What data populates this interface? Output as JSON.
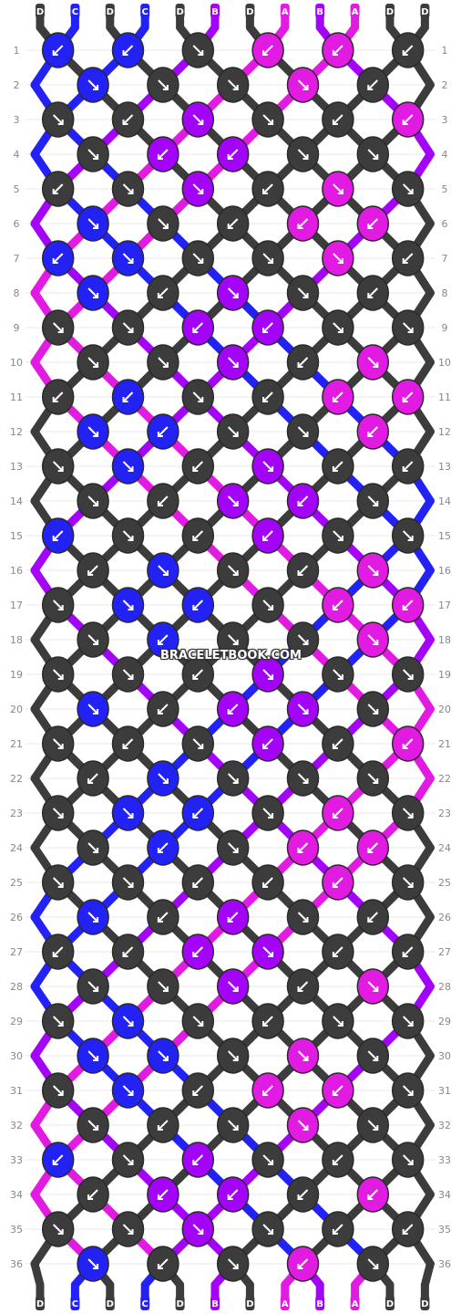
{
  "watermark": "BRACELETBOOK.COM",
  "colors": {
    "A": "#e21be3",
    "B": "#a304f8",
    "C": "#2222f5",
    "D": "#3c3c3c"
  },
  "strands_top": [
    "D",
    "C",
    "D",
    "C",
    "D",
    "B",
    "D",
    "A",
    "B",
    "A",
    "D",
    "D"
  ],
  "strands_bottom": [
    "D",
    "C",
    "D",
    "C",
    "D",
    "B",
    "D",
    "A",
    "B",
    "A",
    "D",
    "D"
  ],
  "row_numbers": [
    1,
    2,
    3,
    4,
    5,
    6,
    7,
    8,
    9,
    10,
    11,
    12,
    13,
    14,
    15,
    16,
    17,
    18,
    19,
    20,
    21,
    22,
    23,
    24,
    25,
    26,
    27,
    28,
    29,
    30,
    31,
    32,
    33,
    34,
    35,
    36
  ],
  "knots": [
    [
      [
        "C",
        "bl"
      ],
      [
        "C",
        "bl"
      ],
      [
        "D",
        "br"
      ],
      [
        "A",
        "bl"
      ],
      [
        "A",
        "bl"
      ],
      [
        "D",
        "bl"
      ]
    ],
    [
      [
        "C",
        "br"
      ],
      [
        "D",
        "br"
      ],
      [
        "D",
        "br"
      ],
      [
        "A",
        "br"
      ],
      [
        "D",
        "bl"
      ]
    ],
    [
      [
        "D",
        "br"
      ],
      [
        "D",
        "bl"
      ],
      [
        "B",
        "br"
      ],
      [
        "D",
        "br"
      ],
      [
        "D",
        "bl"
      ],
      [
        "A",
        "bl"
      ]
    ],
    [
      [
        "D",
        "br"
      ],
      [
        "B",
        "bl"
      ],
      [
        "B",
        "bl"
      ],
      [
        "D",
        "br"
      ],
      [
        "D",
        "br"
      ]
    ],
    [
      [
        "D",
        "bl"
      ],
      [
        "D",
        "br"
      ],
      [
        "B",
        "br"
      ],
      [
        "D",
        "bl"
      ],
      [
        "A",
        "br"
      ],
      [
        "D",
        "br"
      ]
    ],
    [
      [
        "C",
        "br"
      ],
      [
        "D",
        "br"
      ],
      [
        "D",
        "bl"
      ],
      [
        "A",
        "bl"
      ],
      [
        "A",
        "bl"
      ]
    ],
    [
      [
        "C",
        "bl"
      ],
      [
        "C",
        "br"
      ],
      [
        "D",
        "br"
      ],
      [
        "D",
        "br"
      ],
      [
        "A",
        "br"
      ],
      [
        "D",
        "bl"
      ]
    ],
    [
      [
        "C",
        "br"
      ],
      [
        "D",
        "bl"
      ],
      [
        "B",
        "br"
      ],
      [
        "D",
        "br"
      ],
      [
        "D",
        "bl"
      ]
    ],
    [
      [
        "D",
        "br"
      ],
      [
        "D",
        "br"
      ],
      [
        "B",
        "bl"
      ],
      [
        "B",
        "bl"
      ],
      [
        "D",
        "br"
      ],
      [
        "D",
        "br"
      ]
    ],
    [
      [
        "D",
        "br"
      ],
      [
        "D",
        "br"
      ],
      [
        "B",
        "br"
      ],
      [
        "D",
        "bl"
      ],
      [
        "A",
        "br"
      ]
    ],
    [
      [
        "D",
        "bl"
      ],
      [
        "C",
        "bl"
      ],
      [
        "D",
        "br"
      ],
      [
        "D",
        "bl"
      ],
      [
        "A",
        "bl"
      ],
      [
        "A",
        "bl"
      ]
    ],
    [
      [
        "C",
        "br"
      ],
      [
        "C",
        "bl"
      ],
      [
        "D",
        "br"
      ],
      [
        "D",
        "br"
      ],
      [
        "A",
        "bl"
      ]
    ],
    [
      [
        "D",
        "br"
      ],
      [
        "C",
        "br"
      ],
      [
        "D",
        "bl"
      ],
      [
        "B",
        "br"
      ],
      [
        "D",
        "bl"
      ],
      [
        "D",
        "bl"
      ]
    ],
    [
      [
        "D",
        "br"
      ],
      [
        "D",
        "bl"
      ],
      [
        "B",
        "br"
      ],
      [
        "B",
        "bl"
      ],
      [
        "D",
        "br"
      ]
    ],
    [
      [
        "C",
        "bl"
      ],
      [
        "D",
        "br"
      ],
      [
        "D",
        "bl"
      ],
      [
        "B",
        "bl"
      ],
      [
        "D",
        "br"
      ],
      [
        "D",
        "br"
      ]
    ],
    [
      [
        "D",
        "bl"
      ],
      [
        "C",
        "br"
      ],
      [
        "D",
        "br"
      ],
      [
        "D",
        "bl"
      ],
      [
        "A",
        "br"
      ]
    ],
    [
      [
        "D",
        "br"
      ],
      [
        "C",
        "br"
      ],
      [
        "C",
        "bl"
      ],
      [
        "D",
        "br"
      ],
      [
        "A",
        "bl"
      ],
      [
        "A",
        "bl"
      ]
    ],
    [
      [
        "D",
        "br"
      ],
      [
        "C",
        "bl"
      ],
      [
        "D",
        "br"
      ],
      [
        "D",
        "br"
      ],
      [
        "A",
        "br"
      ]
    ],
    [
      [
        "D",
        "br"
      ],
      [
        "D",
        "br"
      ],
      [
        "D",
        "bl"
      ],
      [
        "B",
        "br"
      ],
      [
        "D",
        "br"
      ],
      [
        "D",
        "br"
      ]
    ],
    [
      [
        "C",
        "br"
      ],
      [
        "D",
        "bl"
      ],
      [
        "B",
        "bl"
      ],
      [
        "B",
        "br"
      ],
      [
        "D",
        "br"
      ]
    ],
    [
      [
        "D",
        "br"
      ],
      [
        "D",
        "bl"
      ],
      [
        "D",
        "br"
      ],
      [
        "B",
        "bl"
      ],
      [
        "D",
        "bl"
      ],
      [
        "A",
        "bl"
      ]
    ],
    [
      [
        "D",
        "bl"
      ],
      [
        "C",
        "br"
      ],
      [
        "D",
        "br"
      ],
      [
        "D",
        "br"
      ],
      [
        "D",
        "br"
      ]
    ],
    [
      [
        "D",
        "br"
      ],
      [
        "C",
        "br"
      ],
      [
        "C",
        "bl"
      ],
      [
        "D",
        "br"
      ],
      [
        "A",
        "bl"
      ],
      [
        "D",
        "br"
      ]
    ],
    [
      [
        "D",
        "br"
      ],
      [
        "C",
        "bl"
      ],
      [
        "D",
        "br"
      ],
      [
        "A",
        "bl"
      ],
      [
        "A",
        "bl"
      ]
    ],
    [
      [
        "D",
        "br"
      ],
      [
        "D",
        "br"
      ],
      [
        "D",
        "bl"
      ],
      [
        "D",
        "bl"
      ],
      [
        "A",
        "bl"
      ],
      [
        "D",
        "br"
      ]
    ],
    [
      [
        "C",
        "br"
      ],
      [
        "D",
        "bl"
      ],
      [
        "B",
        "bl"
      ],
      [
        "D",
        "br"
      ],
      [
        "D",
        "bl"
      ]
    ],
    [
      [
        "D",
        "bl"
      ],
      [
        "D",
        "bl"
      ],
      [
        "B",
        "bl"
      ],
      [
        "B",
        "br"
      ],
      [
        "D",
        "bl"
      ],
      [
        "D",
        "bl"
      ]
    ],
    [
      [
        "D",
        "br"
      ],
      [
        "D",
        "br"
      ],
      [
        "B",
        "br"
      ],
      [
        "D",
        "bl"
      ],
      [
        "A",
        "br"
      ]
    ],
    [
      [
        "D",
        "br"
      ],
      [
        "C",
        "br"
      ],
      [
        "D",
        "br"
      ],
      [
        "D",
        "bl"
      ],
      [
        "D",
        "br"
      ],
      [
        "D",
        "br"
      ]
    ],
    [
      [
        "C",
        "br"
      ],
      [
        "C",
        "br"
      ],
      [
        "D",
        "br"
      ],
      [
        "A",
        "br"
      ],
      [
        "D",
        "br"
      ]
    ],
    [
      [
        "D",
        "br"
      ],
      [
        "C",
        "br"
      ],
      [
        "D",
        "bl"
      ],
      [
        "A",
        "bl"
      ],
      [
        "A",
        "bl"
      ],
      [
        "D",
        "br"
      ]
    ],
    [
      [
        "D",
        "br"
      ],
      [
        "D",
        "bl"
      ],
      [
        "D",
        "br"
      ],
      [
        "A",
        "br"
      ],
      [
        "D",
        "br"
      ]
    ],
    [
      [
        "C",
        "bl"
      ],
      [
        "D",
        "br"
      ],
      [
        "B",
        "bl"
      ],
      [
        "D",
        "br"
      ],
      [
        "D",
        "bl"
      ],
      [
        "D",
        "br"
      ]
    ],
    [
      [
        "D",
        "bl"
      ],
      [
        "B",
        "bl"
      ],
      [
        "B",
        "bl"
      ],
      [
        "D",
        "bl"
      ],
      [
        "A",
        "bl"
      ]
    ],
    [
      [
        "D",
        "br"
      ],
      [
        "D",
        "br"
      ],
      [
        "B",
        "br"
      ],
      [
        "D",
        "br"
      ],
      [
        "D",
        "bl"
      ],
      [
        "D",
        "bl"
      ]
    ],
    [
      [
        "C",
        "br"
      ],
      [
        "D",
        "bl"
      ],
      [
        "D",
        "br"
      ],
      [
        "A",
        "bl"
      ],
      [
        "D",
        "br"
      ]
    ]
  ]
}
